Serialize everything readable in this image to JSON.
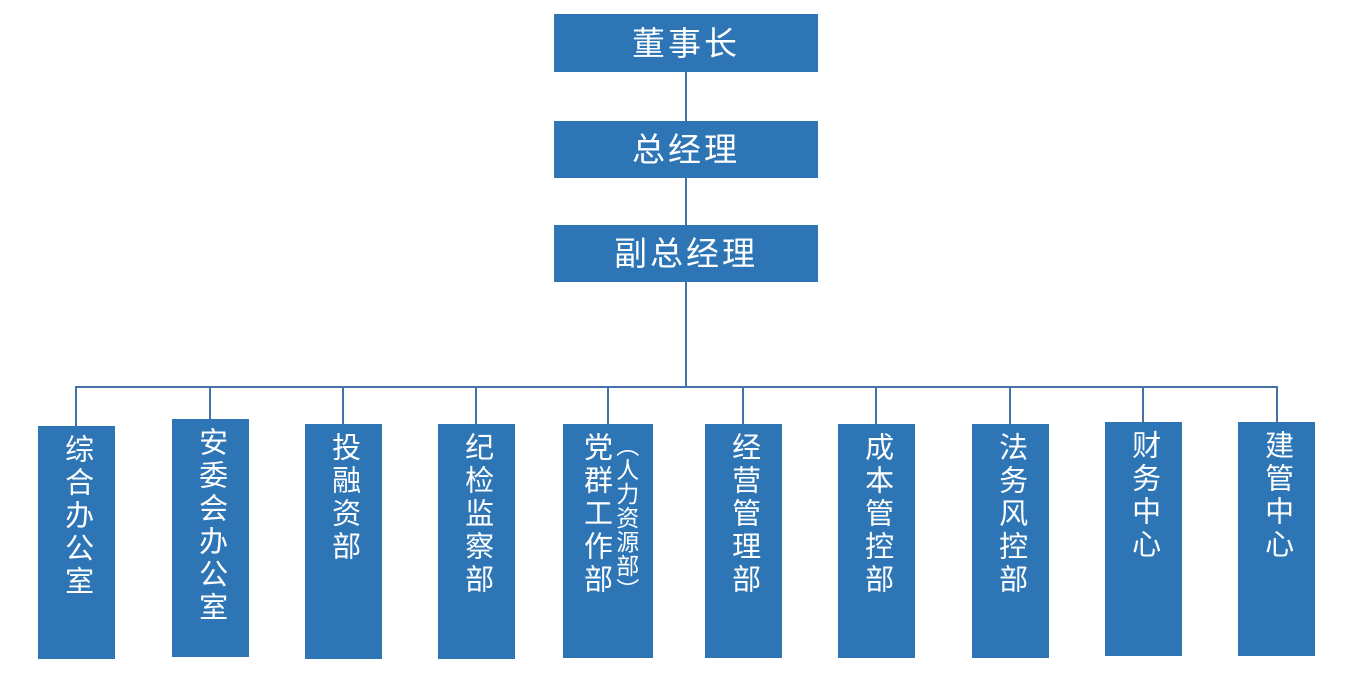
{
  "chart_data": {
    "type": "diagram",
    "title": "",
    "diagram_kind": "organization-chart",
    "orientation": "top-down",
    "accent_color": "#2E75B6",
    "line_color": "#4472A8",
    "text_color": "#FFFFFF",
    "background_color": "#FFFFFF",
    "levels": [
      {
        "level": 1,
        "nodes": [
          "董事长"
        ]
      },
      {
        "level": 2,
        "nodes": [
          "总经理"
        ]
      },
      {
        "level": 3,
        "nodes": [
          "副总经理"
        ]
      },
      {
        "level": 4,
        "nodes": [
          "综合办公室",
          "安委会办公室",
          "投融资部",
          "纪检监察部",
          "党群工作部（人力资源部）",
          "经营管理部",
          "成本管控部",
          "法务风控部",
          "财务中心",
          "建管中心"
        ]
      }
    ],
    "edges": [
      {
        "from": "董事长",
        "to": "总经理"
      },
      {
        "from": "总经理",
        "to": "副总经理"
      },
      {
        "from": "副总经理",
        "to": "综合办公室"
      },
      {
        "from": "副总经理",
        "to": "安委会办公室"
      },
      {
        "from": "副总经理",
        "to": "投融资部"
      },
      {
        "from": "副总经理",
        "to": "纪检监察部"
      },
      {
        "from": "副总经理",
        "to": "党群工作部（人力资源部）"
      },
      {
        "from": "副总经理",
        "to": "经营管理部"
      },
      {
        "from": "副总经理",
        "to": "成本管控部"
      },
      {
        "from": "副总经理",
        "to": "法务风控部"
      },
      {
        "from": "副总经理",
        "to": "财务中心"
      },
      {
        "from": "副总经理",
        "to": "建管中心"
      }
    ]
  },
  "top_nodes": [
    {
      "id": "chairman",
      "label": "董事长"
    },
    {
      "id": "general-manager",
      "label": "总经理"
    },
    {
      "id": "deputy-general-manager",
      "label": "副总经理"
    }
  ],
  "departments": [
    {
      "id": "general-office",
      "label": "综合办公室",
      "sub_label": ""
    },
    {
      "id": "safety-committee-office",
      "label": "安委会办公室",
      "sub_label": ""
    },
    {
      "id": "investment-financing",
      "label": "投融资部",
      "sub_label": ""
    },
    {
      "id": "discipline-inspection",
      "label": "纪检监察部",
      "sub_label": ""
    },
    {
      "id": "party-mass-work",
      "label": "党群工作部",
      "sub_label": "（人力资源部）"
    },
    {
      "id": "business-management",
      "label": "经营管理部",
      "sub_label": ""
    },
    {
      "id": "cost-control",
      "label": "成本管控部",
      "sub_label": ""
    },
    {
      "id": "legal-risk-control",
      "label": "法务风控部",
      "sub_label": ""
    },
    {
      "id": "finance-center",
      "label": "财务中心",
      "sub_label": ""
    },
    {
      "id": "construction-management-center",
      "label": "建管中心",
      "sub_label": ""
    }
  ]
}
